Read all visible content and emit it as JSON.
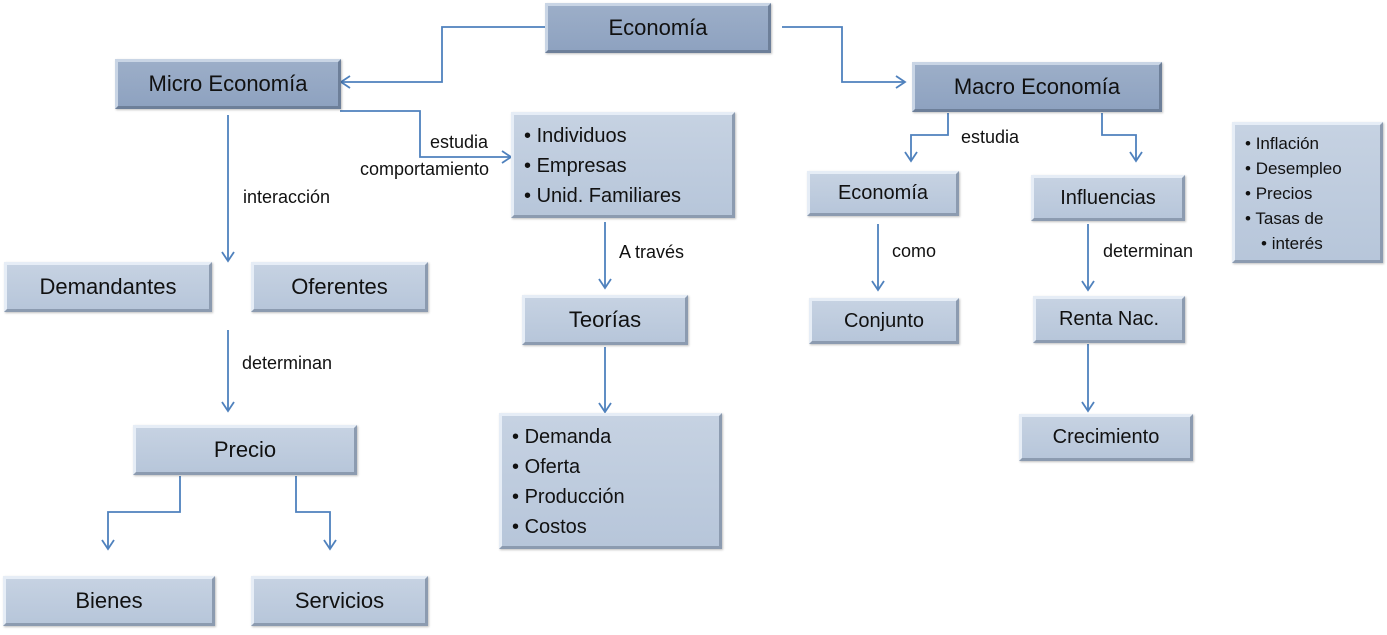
{
  "nodes": {
    "economia": "Economía",
    "micro": "Micro Economía",
    "macro": "Macro Economía",
    "demandantes": "Demandantes",
    "oferentes": "Oferentes",
    "precio": "Precio",
    "bienes": "Bienes",
    "servicios": "Servicios",
    "teorias": "Teorías",
    "economia2": "Economía",
    "conjunto": "Conjunto",
    "influencias": "Influencias",
    "renta": "Renta Nac.",
    "crecimiento": "Crecimiento"
  },
  "lists": {
    "actores": [
      "Individuos",
      "Empresas",
      "Unid. Familiares"
    ],
    "teorias": [
      "Demanda",
      "Oferta",
      "Producción",
      "Costos"
    ],
    "variables": [
      "Inflación",
      "Desempleo",
      "Precios",
      "Tasas de",
      "interés"
    ]
  },
  "labels": {
    "interaccion": "interacción",
    "determinan1": "determinan",
    "estudia1": "estudia",
    "comportamiento": "comportamiento",
    "a_traves": "A través",
    "estudia2": "estudia",
    "como": "como",
    "determinan2": "determinan"
  },
  "colors": {
    "connector": "#4f81bd"
  }
}
